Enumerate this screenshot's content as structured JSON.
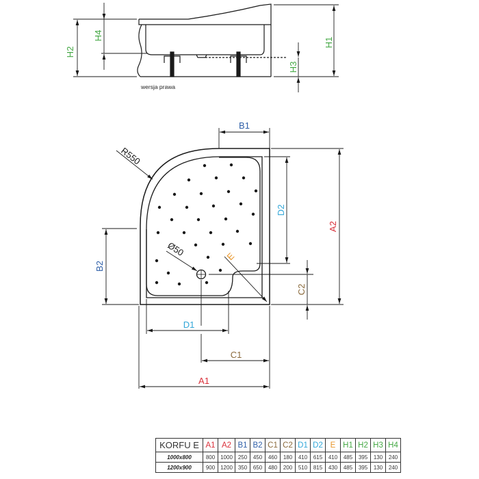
{
  "colors": {
    "A": "#d9303a",
    "B": "#2f5fa8",
    "C": "#8a6a3c",
    "D": "#31a6d8",
    "E": "#e8962a",
    "H": "#45a845",
    "line": "#1a1a1a"
  },
  "side_view": {
    "caption": "wersja prawa",
    "labels": {
      "H1": "H1",
      "H2": "H2",
      "H3": "H3",
      "H4": "H4"
    }
  },
  "top_view": {
    "labels": {
      "R": "R550",
      "drain": "Ø50",
      "A1": "A1",
      "A2": "A2",
      "B1": "B1",
      "B2": "B2",
      "C1": "C1",
      "C2": "C2",
      "D1": "D1",
      "D2": "D2",
      "E": "E"
    }
  },
  "table": {
    "name": "KORFU E",
    "columns": [
      "A1",
      "A2",
      "B1",
      "B2",
      "C1",
      "C2",
      "D1",
      "D2",
      "E",
      "H1",
      "H2",
      "H3",
      "H4"
    ],
    "rows": [
      {
        "model": "1000x800",
        "values": [
          "800",
          "1000",
          "250",
          "450",
          "460",
          "180",
          "410",
          "615",
          "410",
          "485",
          "395",
          "130",
          "240"
        ]
      },
      {
        "model": "1200x900",
        "values": [
          "900",
          "1200",
          "350",
          "650",
          "480",
          "200",
          "510",
          "815",
          "430",
          "485",
          "395",
          "130",
          "240"
        ]
      }
    ]
  }
}
